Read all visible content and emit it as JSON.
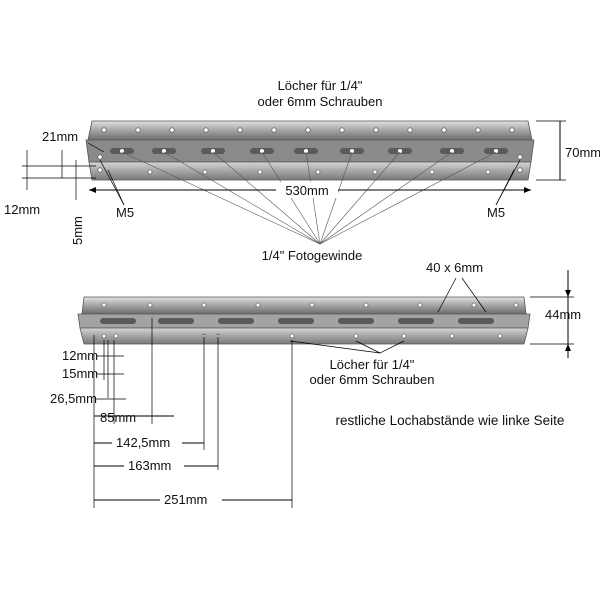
{
  "top_part": {
    "caption_line1": "Löcher für 1/4\"",
    "caption_line2": "oder 6mm Schrauben",
    "dim_21": "21mm",
    "dim_12": "12mm",
    "dim_5": "5mm",
    "dim_530": "530mm",
    "dim_70": "70mm",
    "m5_left": "M5",
    "m5_right": "M5",
    "thread_label": "1/4\" Fotogewinde"
  },
  "bottom_part": {
    "slot_label": "40 x 6mm",
    "dim_44": "44mm",
    "caption_line1": "Löcher für 1/4\"",
    "caption_line2": "oder 6mm Schrauben",
    "spacing_note": "restliche Lochabstände wie linke Seite",
    "dims": [
      "12mm",
      "15mm",
      "26,5mm",
      "85mm",
      "142,5mm",
      "163mm",
      "251mm"
    ]
  },
  "colors": {
    "rail_light": "#c8c8c8",
    "rail_mid": "#9a9a9a",
    "rail_dark": "#6e6e6e",
    "hole": "#ffffff",
    "slot": "#5a5a5a"
  }
}
